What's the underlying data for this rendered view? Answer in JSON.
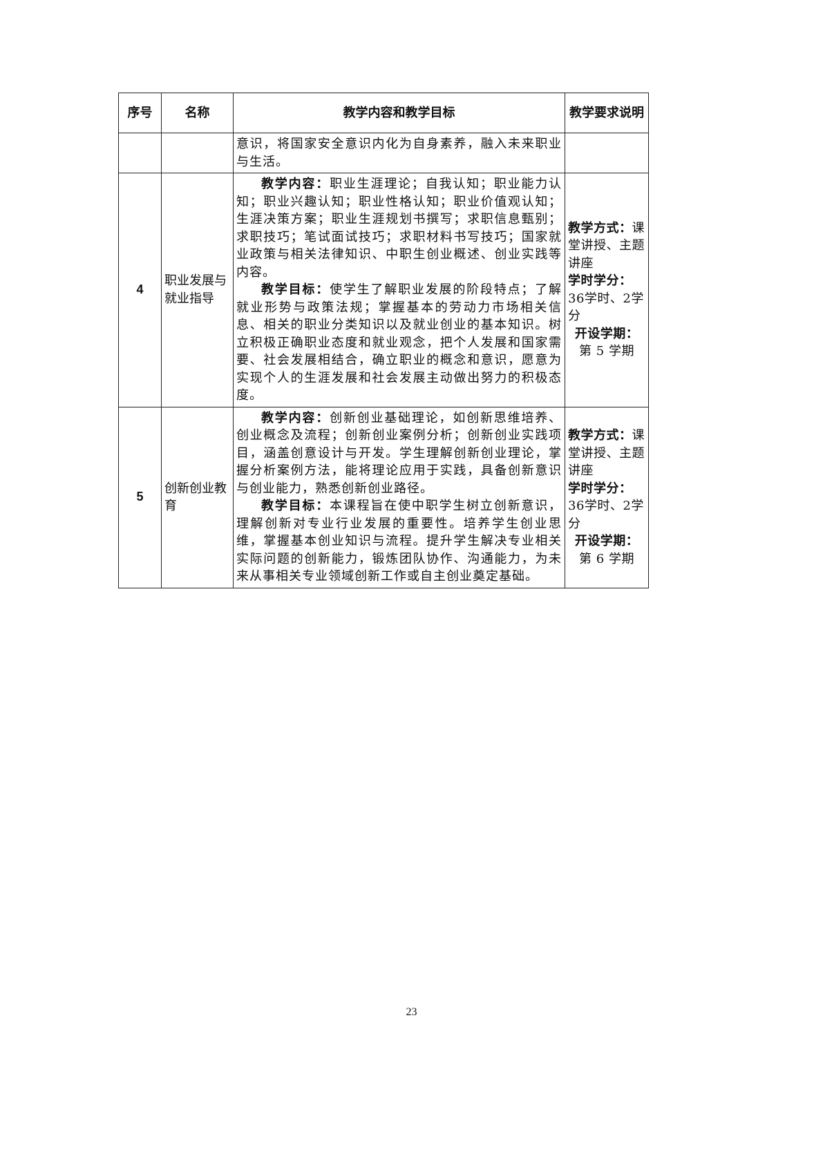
{
  "table": {
    "headers": [
      "序号",
      "名称",
      "教学内容和教学目标",
      "教学要求说明"
    ],
    "continuation_row": {
      "content": "意识，将国家安全意识内化为自身素养，融入未来职业与生活。"
    },
    "rows": [
      {
        "index": "4",
        "name": "职业发展与就业指导",
        "content_label": "教学内容：",
        "content_text": "职业生涯理论；自我认知；职业能力认知；职业兴趣认知；职业性格认知；职业价值观认知；生涯决策方案；职业生涯规划书撰写；求职信息甄别；求职技巧；笔试面试技巧；求职材料书写技巧；国家就业政策与相关法律知识、中职生创业概述、创业实践等内容。",
        "goal_label": "教学目标：",
        "goal_text": "使学生了解职业发展的阶段特点；了解就业形势与政策法规；掌握基本的劳动力市场相关信息、相关的职业分类知识以及就业创业的基本知识。树立积极正确职业态度和就业观念，把个人发展和国家需要、社会发展相结合，确立职业的概念和意识，愿意为实现个人的生涯发展和社会发展主动做出努力的积极态度。",
        "method_label": "教学方式：",
        "method_text": "课堂讲授、主题讲座",
        "hours_label": "学时学分：",
        "hours_text": "36学时、2学分",
        "term_label": "开设学期：",
        "term_text": "第 5 学期"
      },
      {
        "index": "5",
        "name": "创新创业教育",
        "content_label": "教学内容：",
        "content_text": "创新创业基础理论，如创新思维培养、创业概念及流程；创新创业案例分析；创新创业实践项目，涵盖创意设计与开发。学生理解创新创业理论，掌握分析案例方法，能将理论应用于实践，具备创新意识与创业能力，熟悉创新创业路径。",
        "goal_label": "教学目标：",
        "goal_text": "本课程旨在使中职学生树立创新意识，理解创新对专业行业发展的重要性。培养学生创业思维，掌握基本创业知识与流程。提升学生解决专业相关实际问题的创新能力，锻炼团队协作、沟通能力，为未来从事相关专业领域创新工作或自主创业奠定基础。",
        "method_label": "教学方式：",
        "method_text": "课堂讲授、主题讲座",
        "hours_label": "学时学分：",
        "hours_text": "36学时、2学分",
        "term_label": "开设学期：",
        "term_text": "第 6 学期"
      }
    ]
  },
  "page_number": "23"
}
